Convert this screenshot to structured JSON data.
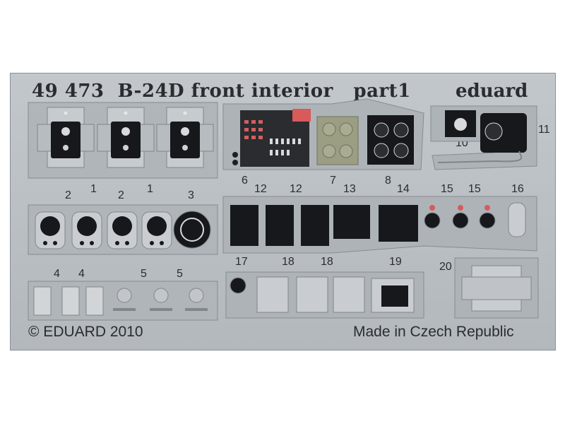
{
  "header": {
    "title": "49 473  B-24D front interior   part1",
    "brand": "eduard"
  },
  "footer": {
    "copyright": "© EDUARD 2010",
    "origin": "Made in Czech Republic"
  },
  "part_numbers": {
    "n1a": "1",
    "n1b": "1",
    "n2a": "2",
    "n2b": "2",
    "n3": "3",
    "n4a": "4",
    "n4b": "4",
    "n5a": "5",
    "n5b": "5",
    "n6": "6",
    "n7": "7",
    "n8": "8",
    "n10": "10",
    "n11": "11",
    "n12a": "12",
    "n12b": "12",
    "n13": "13",
    "n14": "14",
    "n15a": "15",
    "n15b": "15",
    "n16": "16",
    "n17": "17",
    "n18a": "18",
    "n18b": "18",
    "n19": "19",
    "n20": "20"
  },
  "colors": {
    "fret": "#b9bec2",
    "panel_black": "#16181b",
    "text": "#2a2c2f",
    "accent_red": "#d24a4a"
  }
}
